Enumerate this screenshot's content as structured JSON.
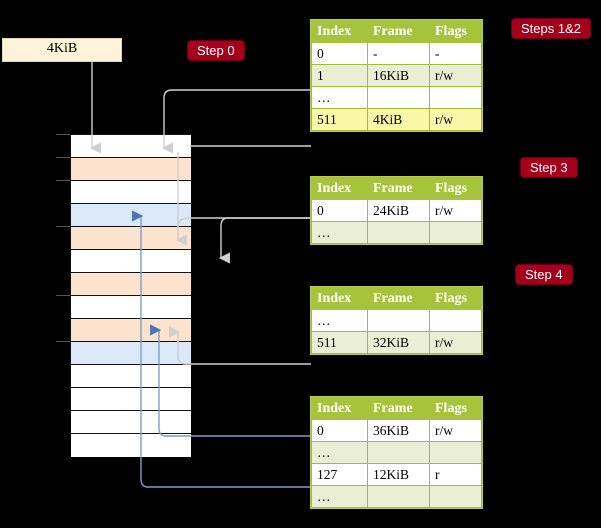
{
  "diagram": {
    "title_box": {
      "label": "4KiB"
    },
    "badges": [
      {
        "name": "step-0",
        "label": "Step 0"
      },
      {
        "name": "steps-1-2",
        "label": "Steps 1&2"
      },
      {
        "name": "step-3",
        "label": "Step 3"
      },
      {
        "name": "step-4",
        "label": "Step 4"
      }
    ],
    "memory_column": {
      "rows": [
        {
          "fill": "white"
        },
        {
          "fill": "peach"
        },
        {
          "fill": "white"
        },
        {
          "fill": "blue"
        },
        {
          "fill": "peach"
        },
        {
          "fill": "white"
        },
        {
          "fill": "peach"
        },
        {
          "fill": "white"
        },
        {
          "fill": "peach"
        },
        {
          "fill": "blue"
        },
        {
          "fill": "white"
        },
        {
          "fill": "white"
        },
        {
          "fill": "white"
        },
        {
          "fill": "white"
        }
      ]
    },
    "tables": [
      {
        "name": "page-table-level-4",
        "headers": [
          "Index",
          "Frame",
          "Flags"
        ],
        "rows": [
          {
            "style": "plain",
            "cells": [
              "0",
              "-",
              "-"
            ],
            "highlight": false
          },
          {
            "style": "alt",
            "cells": [
              "1",
              "16KiB",
              "r/w"
            ],
            "highlight": false
          },
          {
            "style": "plain",
            "cells": [
              "…",
              "",
              ""
            ],
            "highlight": false
          },
          {
            "style": "alt",
            "cells": [
              "511",
              "4KiB",
              "r/w"
            ],
            "highlight": true
          }
        ]
      },
      {
        "name": "page-table-level-3",
        "headers": [
          "Index",
          "Frame",
          "Flags"
        ],
        "rows": [
          {
            "style": "plain",
            "cells": [
              "0",
              "24KiB",
              "r/w"
            ],
            "highlight": false
          },
          {
            "style": "alt",
            "cells": [
              "…",
              "",
              ""
            ],
            "highlight": false
          }
        ]
      },
      {
        "name": "page-table-level-2",
        "headers": [
          "Index",
          "Frame",
          "Flags"
        ],
        "rows": [
          {
            "style": "plain",
            "cells": [
              "…",
              "",
              ""
            ],
            "highlight": false
          },
          {
            "style": "alt",
            "cells": [
              "511",
              "32KiB",
              "r/w"
            ],
            "highlight": false
          }
        ]
      },
      {
        "name": "page-table-level-1",
        "headers": [
          "Index",
          "Frame",
          "Flags"
        ],
        "rows": [
          {
            "style": "plain",
            "cells": [
              "0",
              "36KiB",
              "r/w"
            ],
            "highlight": false
          },
          {
            "style": "alt",
            "cells": [
              "…",
              "",
              ""
            ],
            "highlight": false
          },
          {
            "style": "plain",
            "cells": [
              "127",
              "12KiB",
              "r"
            ],
            "highlight": false
          },
          {
            "style": "alt",
            "cells": [
              "…",
              "",
              ""
            ],
            "highlight": false
          }
        ]
      }
    ],
    "colors": {
      "badge_bg": "#a4001c",
      "table_header_bg": "#a7c33c",
      "table_alt_bg": "#e9eed4",
      "highlight_bg": "#fbf7a8",
      "mem_peach": "#fde3cd",
      "mem_blue": "#dbe8f8",
      "kbox_bg": "#fdf3d9",
      "wire_gray": "#c9c9c9",
      "wire_blue": "#6f94c8",
      "background": "#000000"
    }
  }
}
